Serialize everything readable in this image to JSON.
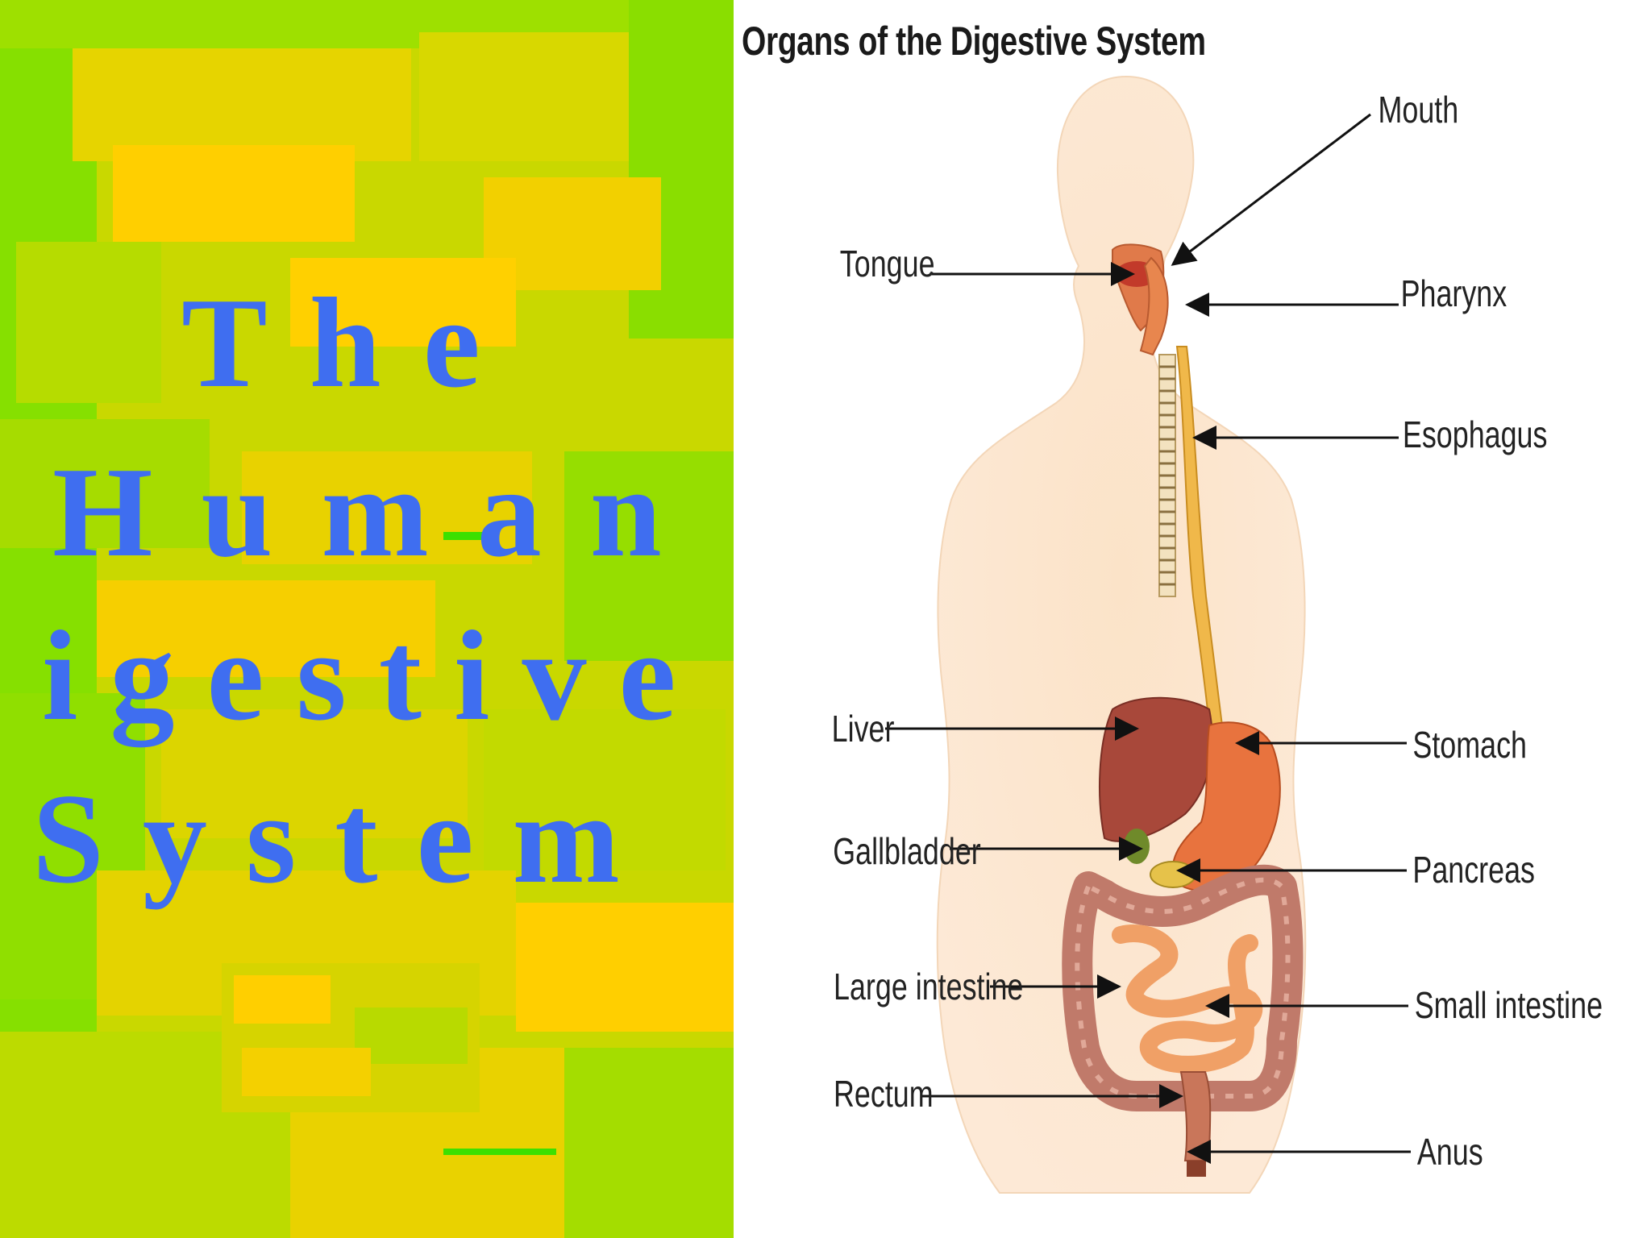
{
  "slide": {
    "title_lines": [
      "The",
      "Human",
      "igestive",
      "System"
    ],
    "title_color": "#3f6ef0",
    "background_colors": [
      "#7ee000",
      "#cfd900",
      "#ffd000",
      "#a8dc00"
    ]
  },
  "diagram": {
    "title": "Organs of the Digestive System",
    "labels": {
      "mouth": "Mouth",
      "tongue": "Tongue",
      "pharynx": "Pharynx",
      "esophagus": "Esophagus",
      "liver": "Liver",
      "stomach": "Stomach",
      "gallbladder": "Gallbladder",
      "pancreas": "Pancreas",
      "large_intestine": "Large intestine",
      "small_intestine": "Small intestine",
      "rectum": "Rectum",
      "anus": "Anus"
    }
  }
}
